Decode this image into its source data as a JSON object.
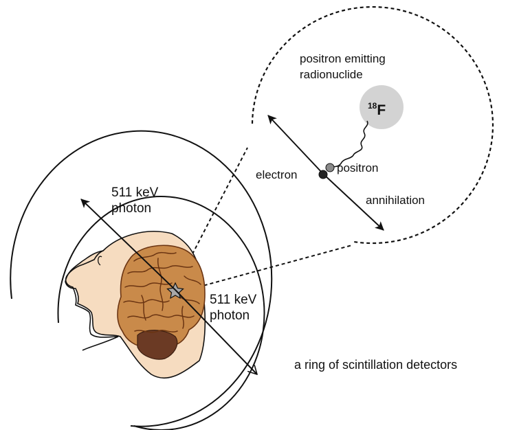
{
  "labels": {
    "emitter_line1": "positron emitting",
    "emitter_line2": "radionuclide",
    "isotope_mass": "18",
    "isotope_symbol": "F",
    "electron": "electron",
    "positron": "positron",
    "annihilation": "annihilation",
    "photon_upper_energy": "511 keV",
    "photon_upper_word": "photon",
    "photon_lower_energy": "511 keV",
    "photon_lower_word": "photon",
    "detector_ring": "a ring of scintillation detectors"
  },
  "colors": {
    "line": "#111111",
    "nucleus_fill": "#d3d3d3",
    "brain_fill": "#c98a4a",
    "brain_fold": "#6a3412",
    "brainstem_fill": "#6b3a24",
    "skin_fill": "#f6dcc0",
    "star_fill": "#a8a8a8"
  }
}
